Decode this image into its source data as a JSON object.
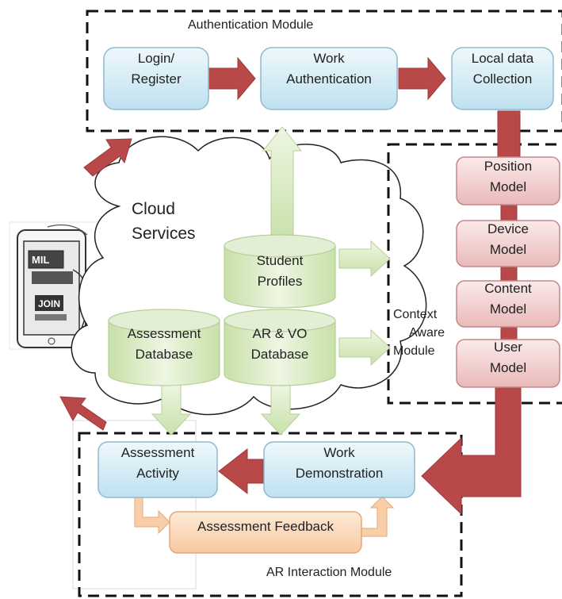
{
  "modules": {
    "authentication": "Authentication Module",
    "context_aware": [
      "Context",
      "Aware",
      "Module"
    ],
    "ar_interaction": "AR Interaction Module"
  },
  "cloud": {
    "title": [
      "Cloud",
      "Services"
    ]
  },
  "nodes": {
    "login": [
      "Login/",
      "Register"
    ],
    "work_auth": [
      "Work",
      "Authentication"
    ],
    "local_data": [
      "Local data",
      "Collection"
    ],
    "position": [
      "Position",
      "Model"
    ],
    "device": [
      "Device",
      "Model"
    ],
    "content": [
      "Content",
      "Model"
    ],
    "user": [
      "User",
      "Model"
    ],
    "student_profiles": [
      "Student",
      "Profiles"
    ],
    "assessment_db": [
      "Assessment",
      "Database"
    ],
    "ar_vo_db": [
      "AR & VO",
      "Database"
    ],
    "assessment_activity": [
      "Assessment",
      "Activity"
    ],
    "work_demo": [
      "Work",
      "Demonstration"
    ],
    "assessment_feedback": "Assessment Feedback"
  },
  "phone": {
    "screen_text": [
      "MIL",
      "JOIN"
    ]
  },
  "colors": {
    "blue_box": "#d4ecf7",
    "blue_border": "#8fb9cf",
    "pink_box": "#f4cccc",
    "pink_border": "#c08a8a",
    "green_cyl": "#d9ebc4",
    "red_arrow": "#b94848",
    "green_arrow": "#d8e9c0",
    "orange_box": "#fbd8b8"
  }
}
